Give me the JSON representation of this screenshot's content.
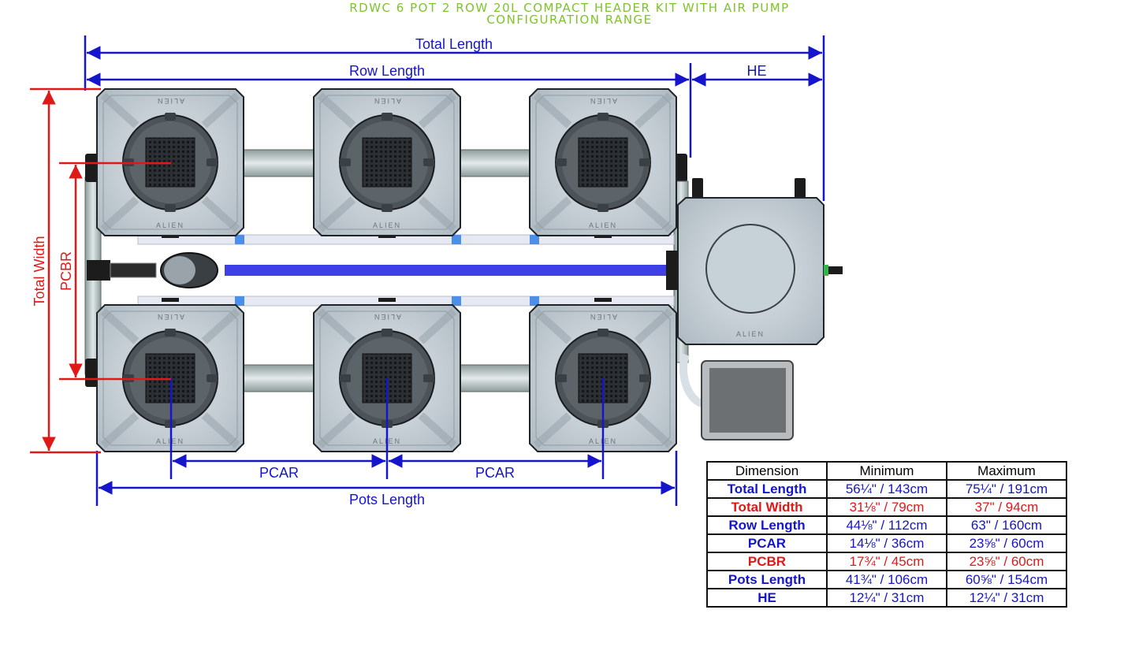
{
  "title": {
    "line1": "RDWC 6 POT 2 ROW 20L COMPACT HEADER KIT WITH AIR PUMP",
    "line2": "CONFIGURATION RANGE"
  },
  "colors": {
    "title": "#7dc42a",
    "dimension_blue": "#1515cc",
    "dimension_red": "#e01818",
    "air_line": "#3f3fe6",
    "pot_body": "#c9d3da",
    "pot_lid": "#4c5359",
    "pipe": "#b7c4c4",
    "pump_face": "#6d7073"
  },
  "dimensions": {
    "total_length": "Total Length",
    "row_length": "Row Length",
    "he": "HE",
    "total_width": "Total Width",
    "pcbr": "PCBR",
    "pcar_left": "PCAR",
    "pcar_right": "PCAR",
    "pots_length": "Pots Length"
  },
  "pot_branding": "ALIEN",
  "table": {
    "headers": [
      "Dimension",
      "Minimum",
      "Maximum"
    ],
    "rows": [
      {
        "name": "Total Length",
        "min": "56¼\" / 143cm",
        "max": "75¼\" / 191cm",
        "color": "blue"
      },
      {
        "name": "Total Width",
        "min": "31⅛\" / 79cm",
        "max": "37\" / 94cm",
        "color": "red"
      },
      {
        "name": "Row Length",
        "min": "44⅛\" / 112cm",
        "max": "63\" / 160cm",
        "color": "blue"
      },
      {
        "name": "PCAR",
        "min": "14⅛\" / 36cm",
        "max": "23⅝\" / 60cm",
        "color": "blue"
      },
      {
        "name": "PCBR",
        "min": "17¾\" / 45cm",
        "max": "23⅝\" / 60cm",
        "color": "red"
      },
      {
        "name": "Pots Length",
        "min": "41¾\" / 106cm",
        "max": "60⅝\" / 154cm",
        "color": "blue"
      },
      {
        "name": "HE",
        "min": "12¼\" / 31cm",
        "max": "12¼\" / 31cm",
        "color": "blue"
      }
    ]
  }
}
